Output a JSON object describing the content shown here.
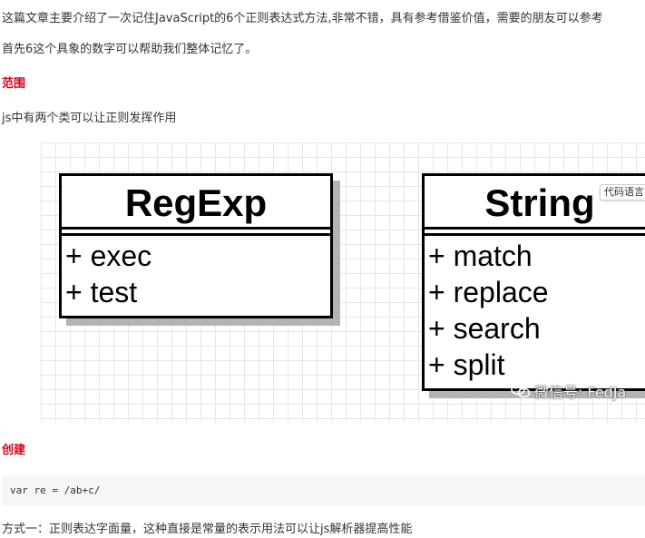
{
  "paragraphs": {
    "intro": "这篇文章主要介绍了一次记住JavaScript的6个正则表达式方法,非常不错，具有参考借鉴价值，需要的朋友可以参考",
    "first_six": "首先6这个具象的数字可以帮助我们整体记忆了。",
    "js_classes": "js中有两个类可以让正则发挥作用",
    "method_one": "方式一：正则表达字面量，这种直接是常量的表示用法可以让js解析器提高性能"
  },
  "headings": {
    "scope": "范围",
    "create": "创建"
  },
  "diagram": {
    "regexp": {
      "title": "RegExp",
      "methods": [
        "+ exec",
        "+ test"
      ]
    },
    "string": {
      "title": "String",
      "methods": [
        "+ match",
        "+ replace",
        "+ search",
        "+ split"
      ]
    },
    "code_language_tag": "代码语言",
    "watermark": "微信号: FedJa"
  },
  "code": {
    "line": "var re = /ab+c/"
  },
  "colors": {
    "heading": "#d9001b",
    "text": "#333333",
    "code_bg": "#f6f6f6"
  }
}
